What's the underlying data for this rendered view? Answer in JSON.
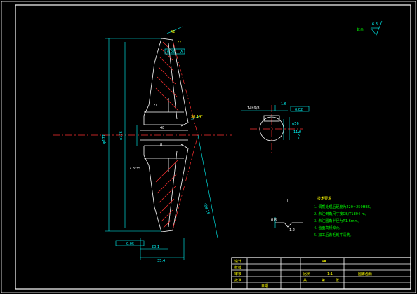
{
  "roughness": {
    "label": "其余",
    "value": "6.3"
  },
  "dims": {
    "face_width": "42",
    "angle_top": "27",
    "runout_top": "0.05",
    "datum_a": "A",
    "hub_small": "21",
    "bore": "48",
    "hub_dim": "8",
    "chamfer": "7.8/35",
    "outer_dia": "φ177",
    "pitch_dia": "φ176",
    "angle_right": "38.14°",
    "cone": "188.16",
    "runout_bottom": "0.05",
    "len_a": "20.1",
    "len_b": "35.4",
    "sec_key": "14h9/8",
    "sec_tol": "0.02",
    "sec_hub": "52.5",
    "sec_dia": "φ56",
    "sec_depth": "1.6",
    "sec_small": "11.2",
    "detail_label": "I",
    "detail_a": "0.8",
    "detail_b": "1.2"
  },
  "tech": {
    "title": "技术要求",
    "items": [
      "1. 调质处理后硬度为220~250HBS。",
      "2. 未注倒角尺寸按GB/T1804-m。",
      "3. 未注圆角半径为R1.6mm。",
      "4. 齿面高频淬火。",
      "5. 加工后去毛刺并清洗。"
    ]
  },
  "title_block": {
    "design": "设计",
    "check": "校核",
    "review": "审核",
    "approve": "批准",
    "date_label": "日期",
    "part": "4#",
    "scale_label": "比例",
    "scale": "1:1",
    "name": "圆锥齿轮",
    "qty": "共",
    "sheet": "第",
    "page": "张"
  }
}
